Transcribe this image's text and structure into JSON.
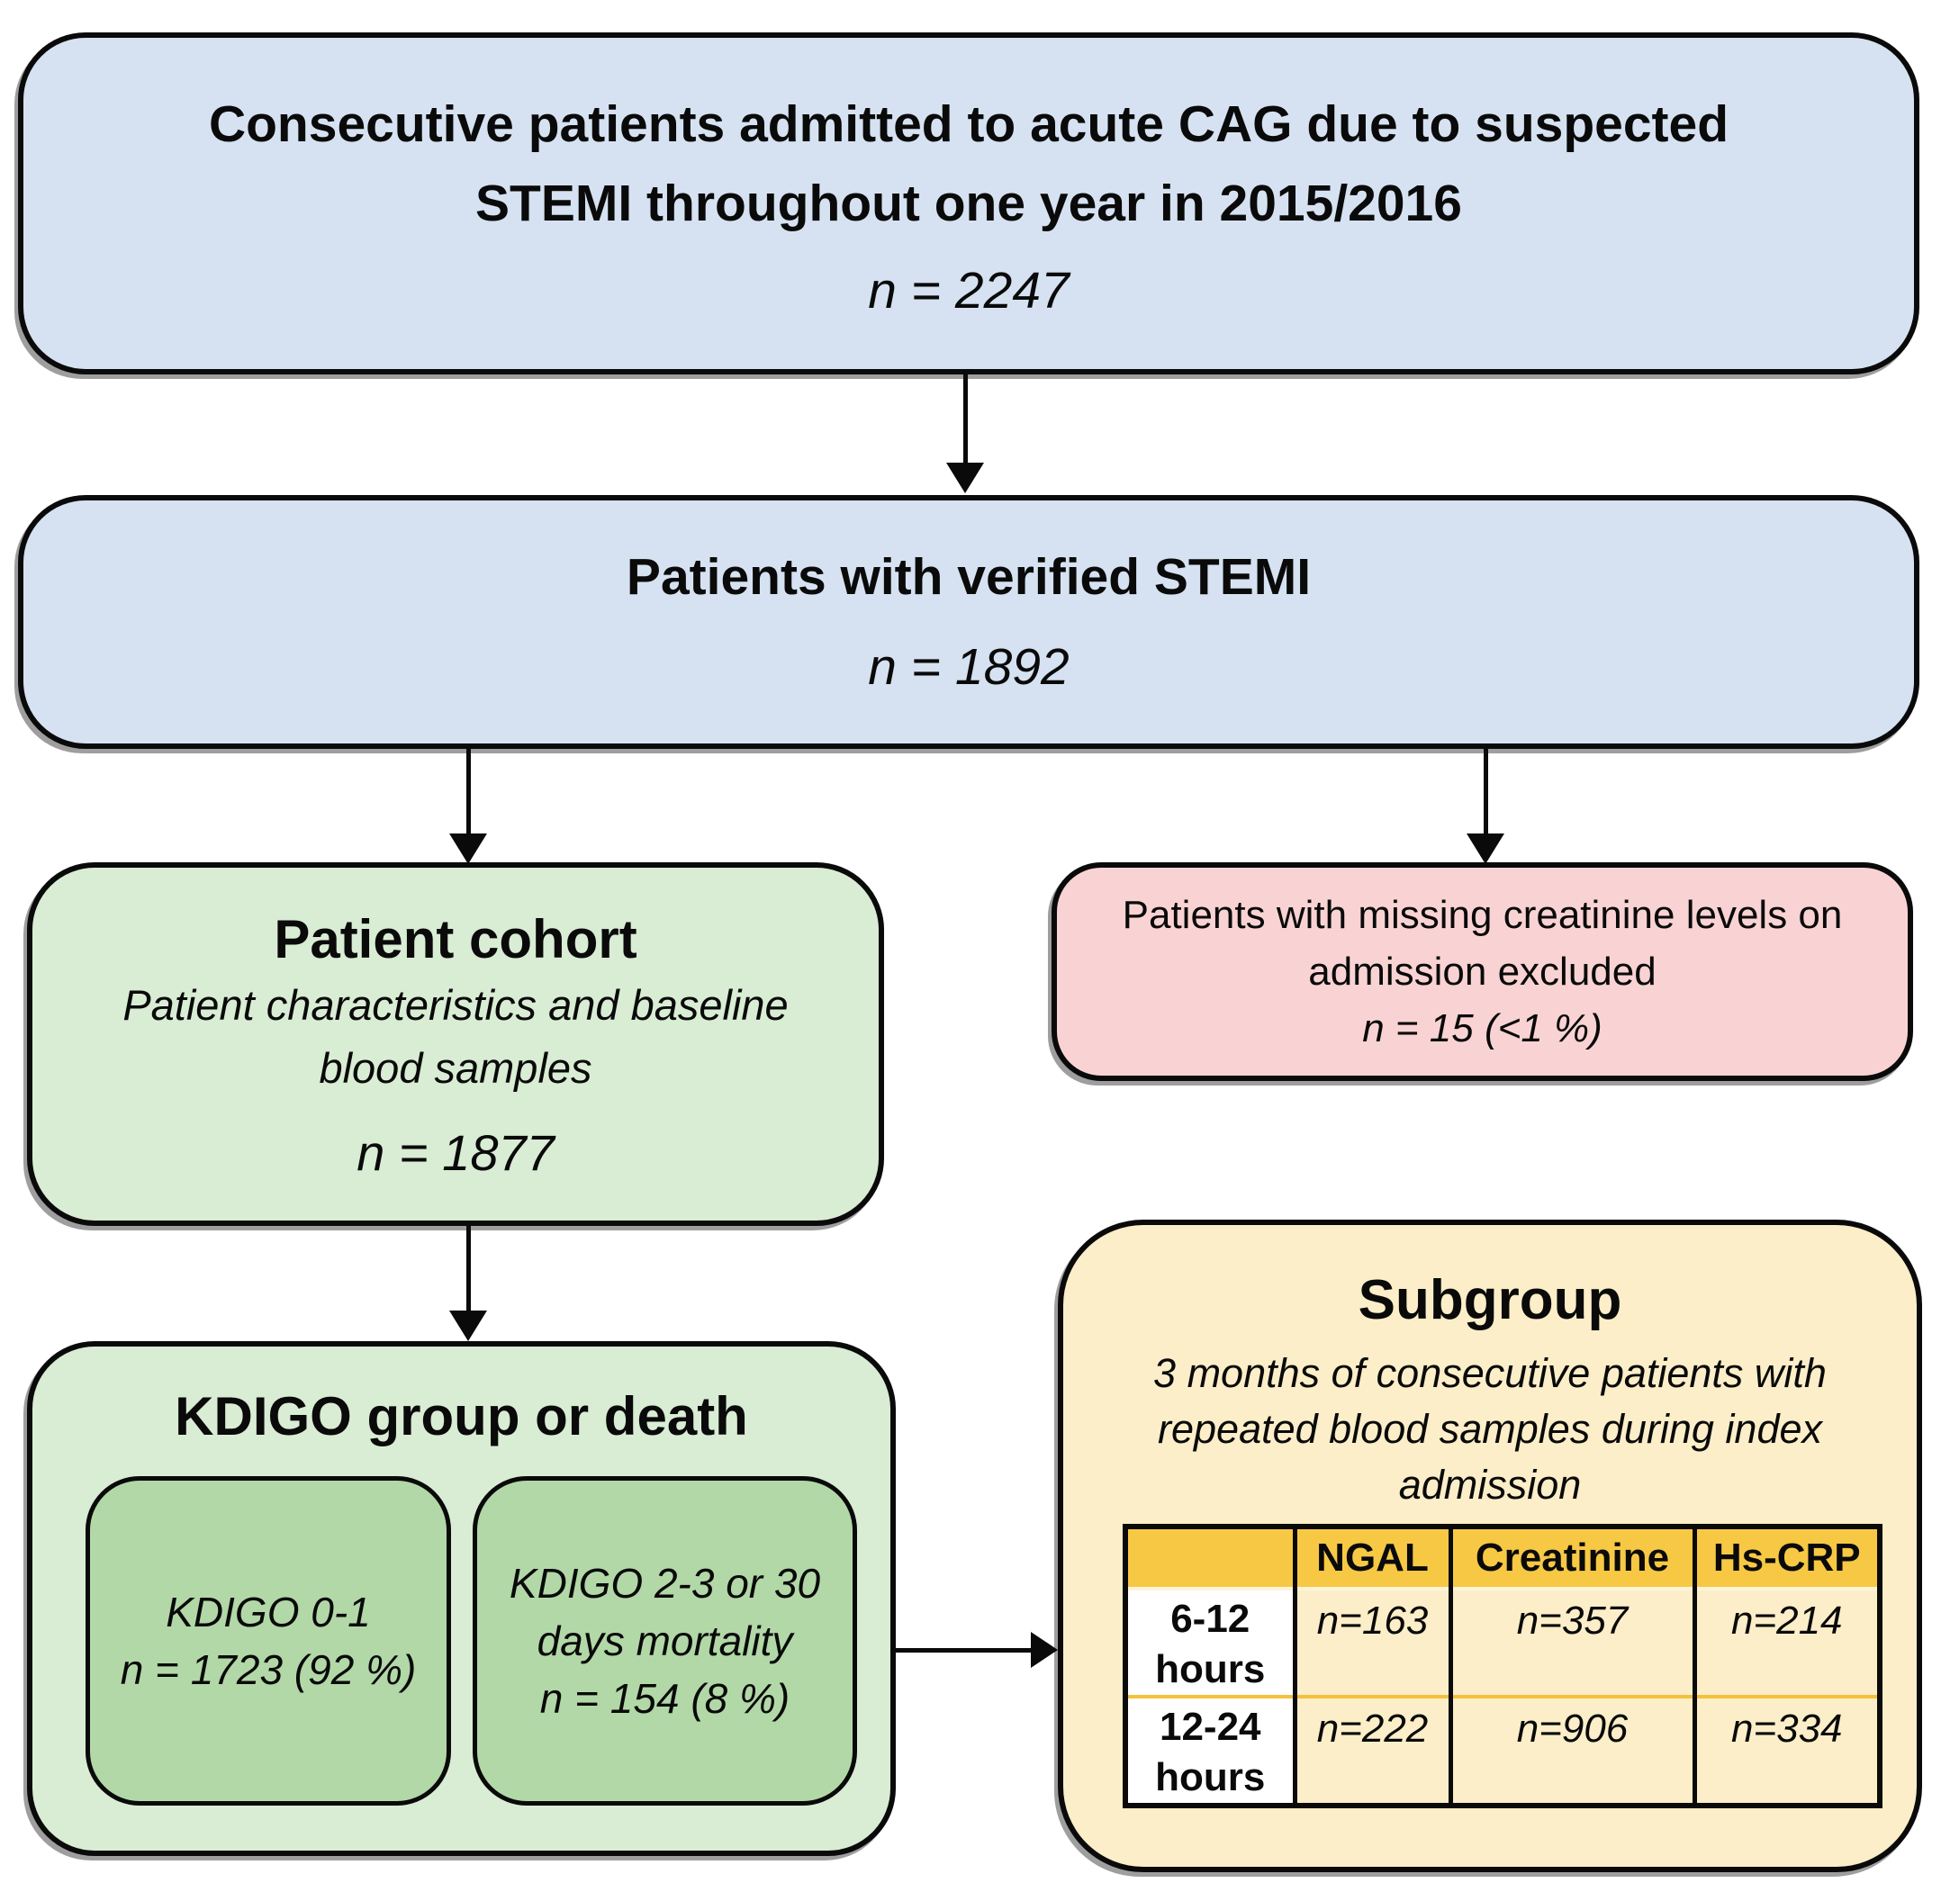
{
  "colors": {
    "blue_box": "#d6e2f1",
    "green_light_box": "#d9ecd4",
    "green_dark_box": "#b2d8a7",
    "pink_box": "#f9d3d3",
    "cream_box": "#fbeec8",
    "gold_header": "#f7c844",
    "outline": "#0a0a0a"
  },
  "admitted_box": {
    "title_lines": [
      "Consecutive patients admitted to acute CAG due to suspected",
      "STEMI throughout one year in 2015/2016"
    ],
    "n": "n = 2247"
  },
  "verified_box": {
    "title": "Patients with verified STEMI",
    "n": "n = 1892"
  },
  "cohort_box": {
    "title": "Patient cohort",
    "subtitle_lines": [
      "Patient characteristics and baseline",
      "blood samples"
    ],
    "n": "n = 1877"
  },
  "excluded_box": {
    "text_lines": [
      "Patients with missing creatinine levels on",
      "admission excluded"
    ],
    "n": "n = 15 (<1 %)"
  },
  "kdigo_box": {
    "title": "KDIGO group or death",
    "group1_lines": [
      "KDIGO 0-1",
      "n = 1723 (92 %)"
    ],
    "group2_lines": [
      "KDIGO 2-3 or 30",
      "days mortality",
      "n = 154 (8 %)"
    ]
  },
  "subgroup_box": {
    "title": "Subgroup",
    "subtitle_lines": [
      "3 months of consecutive patients with",
      "repeated blood samples during index",
      "admission"
    ],
    "table": {
      "headers": [
        "",
        "NGAL",
        "Creatinine",
        "Hs-CRP"
      ],
      "rows": [
        {
          "label_lines": [
            "6-12",
            "hours"
          ],
          "values": [
            "n=163",
            "n=357",
            "n=214"
          ]
        },
        {
          "label_lines": [
            "12-24",
            "hours"
          ],
          "values": [
            "n=222",
            "n=906",
            "n=334"
          ]
        }
      ]
    }
  }
}
